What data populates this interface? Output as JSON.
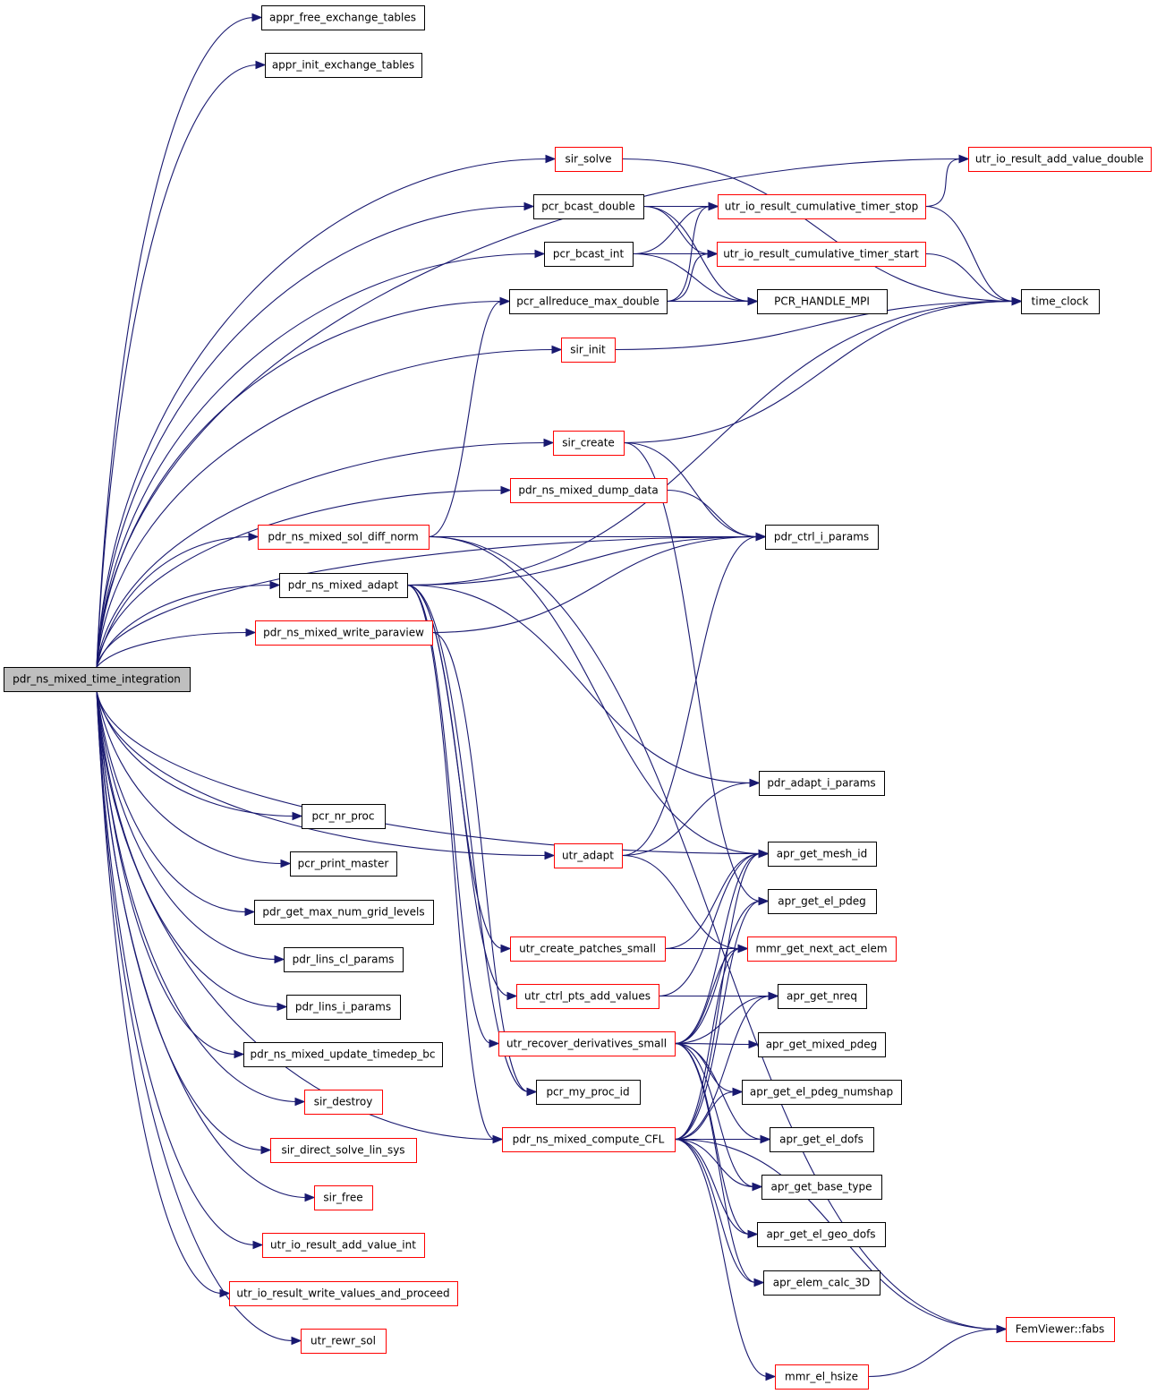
{
  "colors": {
    "edge": "#191970",
    "border_normal": "#000000",
    "border_linked": "#ff0000",
    "fill_root": "#bfbfbf",
    "fill_node": "#ffffff"
  },
  "root": "pdr_ns_mixed_time_integration",
  "nodes": [
    {
      "id": "root",
      "label": "pdr_ns_mixed_time_integration",
      "style": "root"
    },
    {
      "id": "appr_free",
      "label": "appr_free_exchange_tables",
      "style": "normal"
    },
    {
      "id": "appr_init",
      "label": "appr_init_exchange_tables",
      "style": "normal"
    },
    {
      "id": "sir_solve",
      "label": "sir_solve",
      "style": "linked"
    },
    {
      "id": "utr_add_double",
      "label": "utr_io_result_add_value_double",
      "style": "linked"
    },
    {
      "id": "pcr_bcast_double",
      "label": "pcr_bcast_double",
      "style": "normal"
    },
    {
      "id": "timer_stop",
      "label": "utr_io_result_cumulative_timer_stop",
      "style": "linked"
    },
    {
      "id": "pcr_bcast_int",
      "label": "pcr_bcast_int",
      "style": "normal"
    },
    {
      "id": "timer_start",
      "label": "utr_io_result_cumulative_timer_start",
      "style": "linked"
    },
    {
      "id": "pcr_allreduce",
      "label": "pcr_allreduce_max_double",
      "style": "normal"
    },
    {
      "id": "pcr_handle",
      "label": "PCR_HANDLE_MPI",
      "style": "normal"
    },
    {
      "id": "time_clock",
      "label": "time_clock",
      "style": "normal"
    },
    {
      "id": "sir_init",
      "label": "sir_init",
      "style": "linked"
    },
    {
      "id": "sir_create",
      "label": "sir_create",
      "style": "linked"
    },
    {
      "id": "dump_data",
      "label": "pdr_ns_mixed_dump_data",
      "style": "linked"
    },
    {
      "id": "sol_diff",
      "label": "pdr_ns_mixed_sol_diff_norm",
      "style": "linked"
    },
    {
      "id": "ctrl_i",
      "label": "pdr_ctrl_i_params",
      "style": "normal"
    },
    {
      "id": "mixed_adapt",
      "label": "pdr_ns_mixed_adapt",
      "style": "normal"
    },
    {
      "id": "paraview",
      "label": "pdr_ns_mixed_write_paraview",
      "style": "linked"
    },
    {
      "id": "adapt_i",
      "label": "pdr_adapt_i_params",
      "style": "normal"
    },
    {
      "id": "nr_proc",
      "label": "pcr_nr_proc",
      "style": "normal"
    },
    {
      "id": "print_master",
      "label": "pcr_print_master",
      "style": "normal"
    },
    {
      "id": "utr_adapt",
      "label": "utr_adapt",
      "style": "linked"
    },
    {
      "id": "mesh_id",
      "label": "apr_get_mesh_id",
      "style": "normal"
    },
    {
      "id": "grid_levels",
      "label": "pdr_get_max_num_grid_levels",
      "style": "normal"
    },
    {
      "id": "el_pdeg",
      "label": "apr_get_el_pdeg",
      "style": "normal"
    },
    {
      "id": "lins_cl",
      "label": "pdr_lins_cl_params",
      "style": "normal"
    },
    {
      "id": "patches",
      "label": "utr_create_patches_small",
      "style": "linked"
    },
    {
      "id": "next_act",
      "label": "mmr_get_next_act_elem",
      "style": "linked"
    },
    {
      "id": "lins_i",
      "label": "pdr_lins_i_params",
      "style": "normal"
    },
    {
      "id": "ctrl_pts",
      "label": "utr_ctrl_pts_add_values",
      "style": "linked"
    },
    {
      "id": "nreq",
      "label": "apr_get_nreq",
      "style": "normal"
    },
    {
      "id": "update_bc",
      "label": "pdr_ns_mixed_update_timedep_bc",
      "style": "normal"
    },
    {
      "id": "recover",
      "label": "utr_recover_derivatives_small",
      "style": "linked"
    },
    {
      "id": "mixed_pdeg",
      "label": "apr_get_mixed_pdeg",
      "style": "normal"
    },
    {
      "id": "sir_destroy",
      "label": "sir_destroy",
      "style": "linked"
    },
    {
      "id": "my_proc",
      "label": "pcr_my_proc_id",
      "style": "normal"
    },
    {
      "id": "numshap",
      "label": "apr_get_el_pdeg_numshap",
      "style": "normal"
    },
    {
      "id": "direct_solve",
      "label": "sir_direct_solve_lin_sys",
      "style": "linked"
    },
    {
      "id": "cfl",
      "label": "pdr_ns_mixed_compute_CFL",
      "style": "linked"
    },
    {
      "id": "el_dofs",
      "label": "apr_get_el_dofs",
      "style": "normal"
    },
    {
      "id": "sir_free",
      "label": "sir_free",
      "style": "linked"
    },
    {
      "id": "base_type",
      "label": "apr_get_base_type",
      "style": "normal"
    },
    {
      "id": "add_int",
      "label": "utr_io_result_add_value_int",
      "style": "linked"
    },
    {
      "id": "geo_dofs",
      "label": "apr_get_el_geo_dofs",
      "style": "normal"
    },
    {
      "id": "write_values",
      "label": "utr_io_result_write_values_and_proceed",
      "style": "linked"
    },
    {
      "id": "calc_3d",
      "label": "apr_elem_calc_3D",
      "style": "normal"
    },
    {
      "id": "fabs",
      "label": "FemViewer::fabs",
      "style": "linked"
    },
    {
      "id": "rewr_sol",
      "label": "utr_rewr_sol",
      "style": "linked"
    },
    {
      "id": "hsize",
      "label": "mmr_el_hsize",
      "style": "linked"
    }
  ],
  "edges": [
    [
      "root",
      "appr_free"
    ],
    [
      "root",
      "appr_init"
    ],
    [
      "root",
      "utr_add_double"
    ],
    [
      "root",
      "sir_solve"
    ],
    [
      "root",
      "pcr_bcast_double"
    ],
    [
      "root",
      "pcr_bcast_int"
    ],
    [
      "root",
      "pcr_allreduce"
    ],
    [
      "root",
      "sir_init"
    ],
    [
      "root",
      "ctrl_i"
    ],
    [
      "root",
      "sir_create"
    ],
    [
      "root",
      "dump_data"
    ],
    [
      "root",
      "sol_diff"
    ],
    [
      "root",
      "mixed_adapt"
    ],
    [
      "root",
      "paraview"
    ],
    [
      "root",
      "mesh_id"
    ],
    [
      "root",
      "utr_adapt"
    ],
    [
      "root",
      "cfl"
    ],
    [
      "root",
      "nr_proc"
    ],
    [
      "root",
      "print_master"
    ],
    [
      "root",
      "grid_levels"
    ],
    [
      "root",
      "lins_cl"
    ],
    [
      "root",
      "lins_i"
    ],
    [
      "root",
      "update_bc"
    ],
    [
      "root",
      "sir_destroy"
    ],
    [
      "root",
      "direct_solve"
    ],
    [
      "root",
      "sir_free"
    ],
    [
      "root",
      "add_int"
    ],
    [
      "root",
      "write_values"
    ],
    [
      "root",
      "rewr_sol"
    ],
    [
      "sir_solve",
      "time_clock"
    ],
    [
      "pcr_bcast_double",
      "timer_stop"
    ],
    [
      "pcr_bcast_double",
      "timer_start"
    ],
    [
      "pcr_bcast_double",
      "pcr_handle"
    ],
    [
      "pcr_bcast_int",
      "timer_stop"
    ],
    [
      "pcr_bcast_int",
      "timer_start"
    ],
    [
      "pcr_bcast_int",
      "pcr_handle"
    ],
    [
      "pcr_allreduce",
      "timer_stop"
    ],
    [
      "pcr_allreduce",
      "timer_start"
    ],
    [
      "pcr_allreduce",
      "pcr_handle"
    ],
    [
      "timer_stop",
      "utr_add_double"
    ],
    [
      "timer_stop",
      "time_clock"
    ],
    [
      "timer_start",
      "time_clock"
    ],
    [
      "sir_init",
      "time_clock"
    ],
    [
      "sir_create",
      "time_clock"
    ],
    [
      "sir_create",
      "ctrl_i"
    ],
    [
      "sir_create",
      "el_pdeg"
    ],
    [
      "dump_data",
      "ctrl_i"
    ],
    [
      "sol_diff",
      "pcr_allreduce"
    ],
    [
      "sol_diff",
      "ctrl_i"
    ],
    [
      "sol_diff",
      "mesh_id"
    ],
    [
      "sol_diff",
      "fabs"
    ],
    [
      "mixed_adapt",
      "ctrl_i"
    ],
    [
      "mixed_adapt",
      "time_clock"
    ],
    [
      "mixed_adapt",
      "adapt_i"
    ],
    [
      "mixed_adapt",
      "patches"
    ],
    [
      "mixed_adapt",
      "ctrl_pts"
    ],
    [
      "mixed_adapt",
      "recover"
    ],
    [
      "mixed_adapt",
      "my_proc"
    ],
    [
      "mixed_adapt",
      "cfl"
    ],
    [
      "paraview",
      "ctrl_i"
    ],
    [
      "paraview",
      "my_proc"
    ],
    [
      "utr_adapt",
      "ctrl_i"
    ],
    [
      "utr_adapt",
      "adapt_i"
    ],
    [
      "utr_adapt",
      "next_act"
    ],
    [
      "patches",
      "mesh_id"
    ],
    [
      "patches",
      "next_act"
    ],
    [
      "ctrl_pts",
      "mesh_id"
    ],
    [
      "ctrl_pts",
      "nreq"
    ],
    [
      "recover",
      "mesh_id"
    ],
    [
      "recover",
      "el_pdeg"
    ],
    [
      "recover",
      "next_act"
    ],
    [
      "recover",
      "nreq"
    ],
    [
      "recover",
      "mixed_pdeg"
    ],
    [
      "recover",
      "numshap"
    ],
    [
      "recover",
      "el_dofs"
    ],
    [
      "recover",
      "base_type"
    ],
    [
      "recover",
      "geo_dofs"
    ],
    [
      "recover",
      "calc_3d"
    ],
    [
      "cfl",
      "mesh_id"
    ],
    [
      "cfl",
      "el_pdeg"
    ],
    [
      "cfl",
      "next_act"
    ],
    [
      "cfl",
      "nreq"
    ],
    [
      "cfl",
      "numshap"
    ],
    [
      "cfl",
      "el_dofs"
    ],
    [
      "cfl",
      "base_type"
    ],
    [
      "cfl",
      "geo_dofs"
    ],
    [
      "cfl",
      "calc_3d"
    ],
    [
      "cfl",
      "fabs"
    ],
    [
      "cfl",
      "hsize"
    ],
    [
      "hsize",
      "fabs"
    ]
  ]
}
